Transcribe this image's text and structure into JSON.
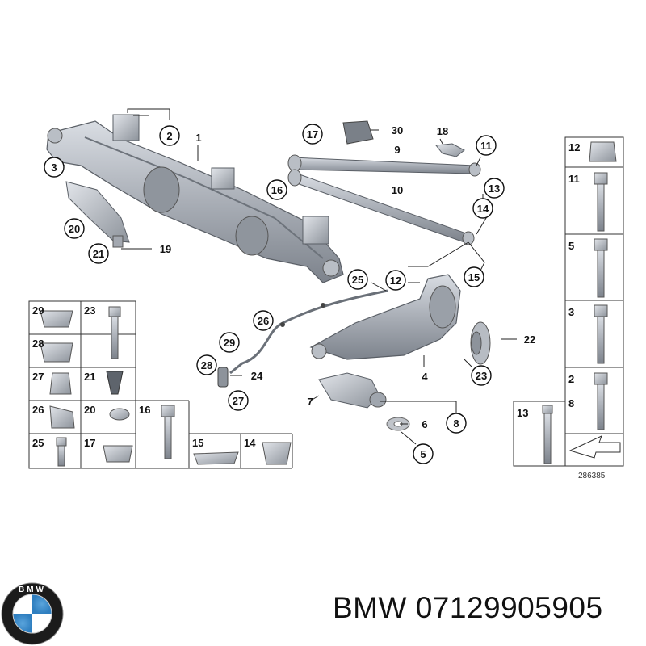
{
  "footer": {
    "brand": "BMW",
    "part_number": "07129905905",
    "logo_letters": "BMW"
  },
  "diagram": {
    "id": "286385",
    "callouts": [
      {
        "n": "1",
        "circled": false
      },
      {
        "n": "2",
        "circled": true
      },
      {
        "n": "3",
        "circled": true
      },
      {
        "n": "4",
        "circled": false
      },
      {
        "n": "5",
        "circled": true
      },
      {
        "n": "6",
        "circled": false
      },
      {
        "n": "7",
        "circled": false
      },
      {
        "n": "8",
        "circled": true
      },
      {
        "n": "9",
        "circled": false
      },
      {
        "n": "10",
        "circled": false
      },
      {
        "n": "11",
        "circled": true
      },
      {
        "n": "12",
        "circled": true
      },
      {
        "n": "13",
        "circled": true
      },
      {
        "n": "14",
        "circled": true
      },
      {
        "n": "15",
        "circled": true
      },
      {
        "n": "16",
        "circled": true
      },
      {
        "n": "17",
        "circled": true
      },
      {
        "n": "18",
        "circled": false
      },
      {
        "n": "19",
        "circled": false
      },
      {
        "n": "20",
        "circled": true
      },
      {
        "n": "21",
        "circled": true
      },
      {
        "n": "22",
        "circled": false
      },
      {
        "n": "23",
        "circled": true
      },
      {
        "n": "24",
        "circled": false
      },
      {
        "n": "25",
        "circled": true
      },
      {
        "n": "26",
        "circled": true
      },
      {
        "n": "27",
        "circled": true
      },
      {
        "n": "28",
        "circled": true
      },
      {
        "n": "29",
        "circled": true
      },
      {
        "n": "30",
        "circled": false
      }
    ],
    "grid_left": [
      "29",
      "23",
      "28",
      "27",
      "21",
      "26",
      "20",
      "16",
      "25",
      "17",
      "15",
      "14"
    ],
    "grid_right": [
      "12",
      "11",
      "5",
      "3",
      "2",
      "8",
      "13"
    ]
  }
}
